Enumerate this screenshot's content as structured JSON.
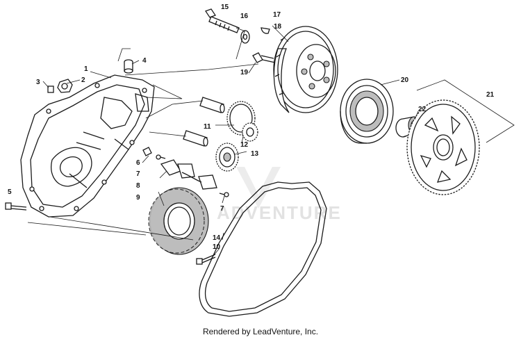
{
  "watermark": "ADVENTURE",
  "credit": "Rendered by LeadVenture, Inc.",
  "callouts": [
    "1",
    "2",
    "3",
    "4",
    "5",
    "6",
    "7",
    "7",
    "8",
    "9",
    "10",
    "11",
    "12",
    "13",
    "14",
    "15",
    "16",
    "17",
    "18",
    "19",
    "20",
    "21",
    "22"
  ]
}
